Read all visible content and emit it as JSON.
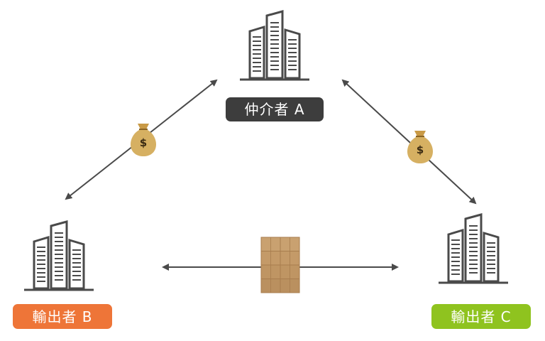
{
  "nodes": {
    "a": {
      "label": "仲介者 A",
      "color": "#3d3d3d"
    },
    "b": {
      "label": "輸出者 B",
      "color": "#ee7538"
    },
    "c": {
      "label": "輸出者 C",
      "color": "#8fc31f"
    }
  },
  "money_symbol": "$",
  "icons": [
    "building-icon",
    "money-bag-icon",
    "cardboard-boxes-icon",
    "arrow-icon"
  ],
  "colors": {
    "arrow": "#4a4a4a",
    "building": "#4a4a4a",
    "money_bag": "#d6b062",
    "boxes": "#c49a68"
  }
}
